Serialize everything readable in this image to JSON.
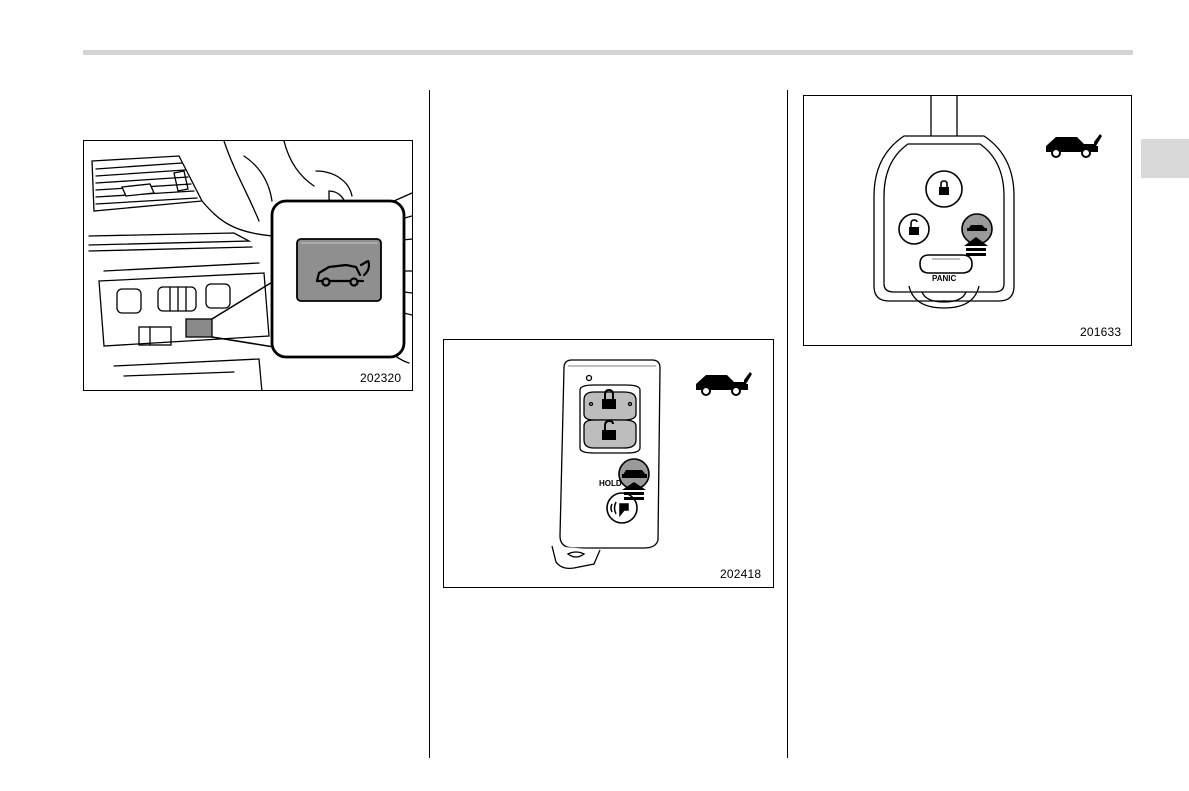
{
  "page": {
    "side_tab_color": "#d9d9d9",
    "rule_color": "#d4d4d4"
  },
  "figures": [
    {
      "id": "202320",
      "subject": "dashboard-liftgate-switch"
    },
    {
      "id": "202418",
      "subject": "access-key-fob-trunk-button"
    },
    {
      "id": "201633",
      "subject": "keyless-remote-trunk-button"
    }
  ],
  "labels": {
    "hold": "HOLD",
    "panic": "PANIC"
  },
  "icons": [
    "trunk-open-car-icon",
    "lock-icon",
    "unlock-icon",
    "trunk-button-icon",
    "remote-signal-icon",
    "press-arrow-icon"
  ]
}
